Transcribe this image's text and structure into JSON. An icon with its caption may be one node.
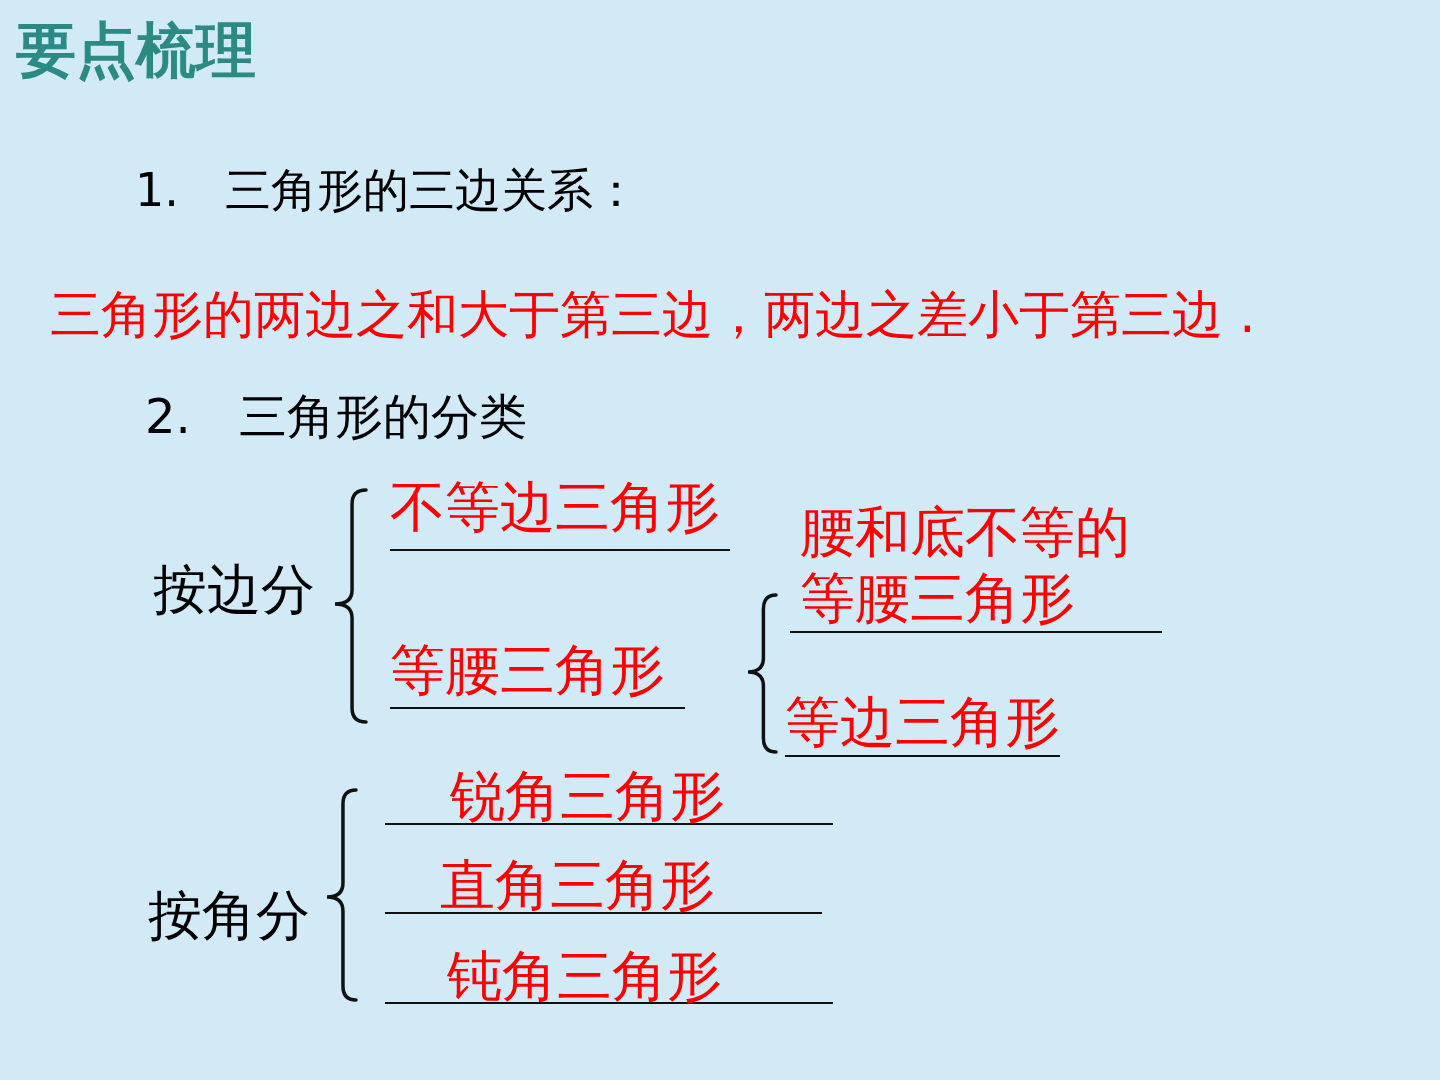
{
  "diagram": {
    "title": "要点梳理",
    "labels": [
      "1.　三角形的三边关系：",
      "三角形的两边之和大于第三边，两边之差小于第三边 .",
      "2.　三角形的分类",
      "按边分",
      "不等边三角形",
      "腰和底不等的等腰三角形",
      "等腰三角形",
      "等边三角形",
      "按角分",
      "锐角三角形",
      "直角三角形",
      "钝角三角形"
    ]
  }
}
